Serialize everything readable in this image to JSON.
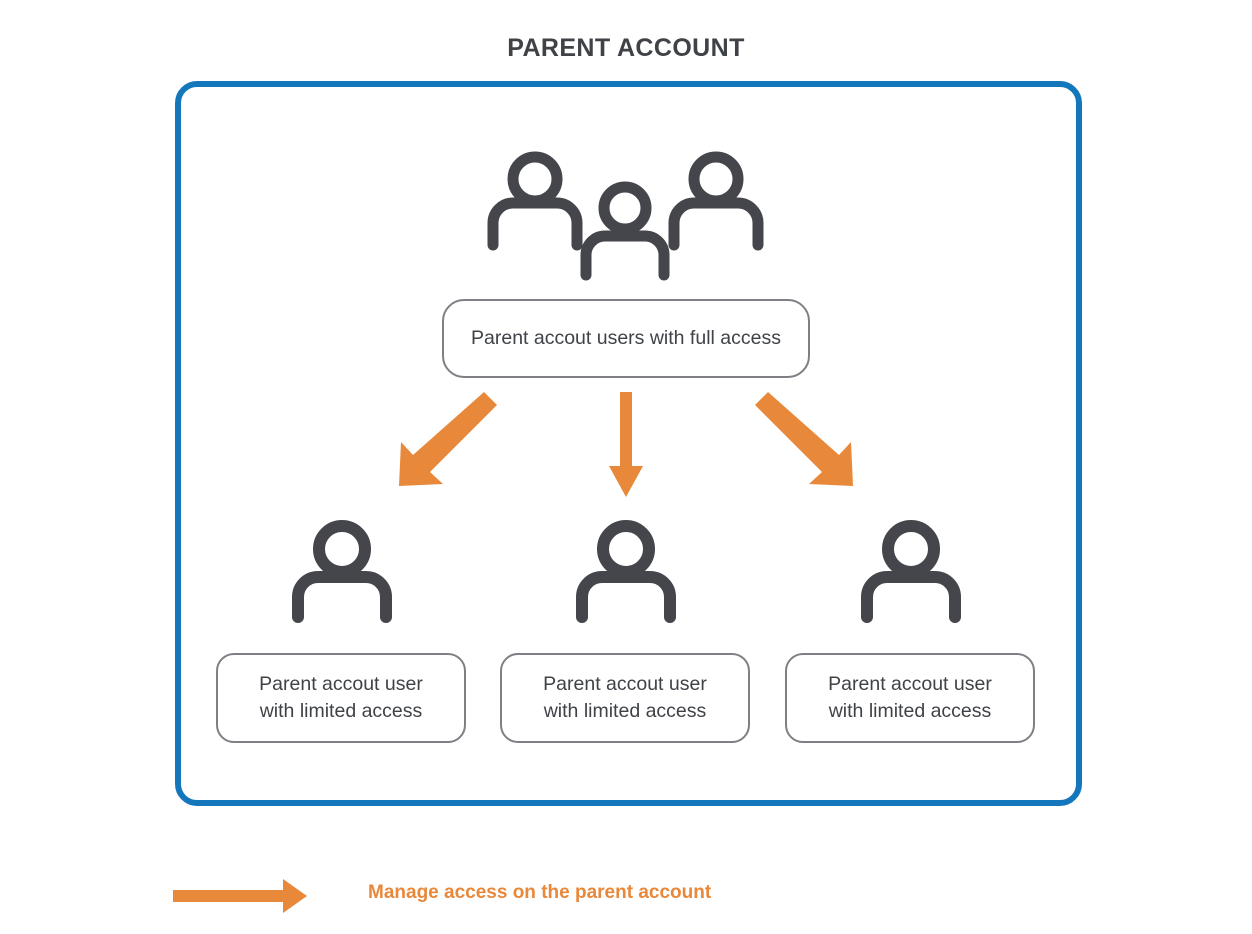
{
  "title": "PARENT ACCOUNT",
  "colors": {
    "container_border": "#1477bc",
    "arrow": "#e8883a",
    "icon": "#44464c",
    "box_border": "#7e8085",
    "text": "#3f4247",
    "legend_text": "#e8883a"
  },
  "container": {
    "group_icon_name": "group-users-icon",
    "full_access_label": "Parent accout users with full access",
    "branches": [
      {
        "icon_name": "person-icon",
        "label": "Parent accout user\nwith limited access",
        "line1": "Parent accout user",
        "line2": "with limited access",
        "arrow": "arrow-down-left"
      },
      {
        "icon_name": "person-icon",
        "label": "Parent accout user\nwith limited access",
        "line1": "Parent accout user",
        "line2": "with limited access",
        "arrow": "arrow-down"
      },
      {
        "icon_name": "person-icon",
        "label": "Parent accout user\nwith limited access",
        "line1": "Parent accout user",
        "line2": "with limited access",
        "arrow": "arrow-down-right"
      }
    ]
  },
  "legend": {
    "arrow_icon_name": "arrow-right-icon",
    "label": "Manage access on the parent account"
  }
}
